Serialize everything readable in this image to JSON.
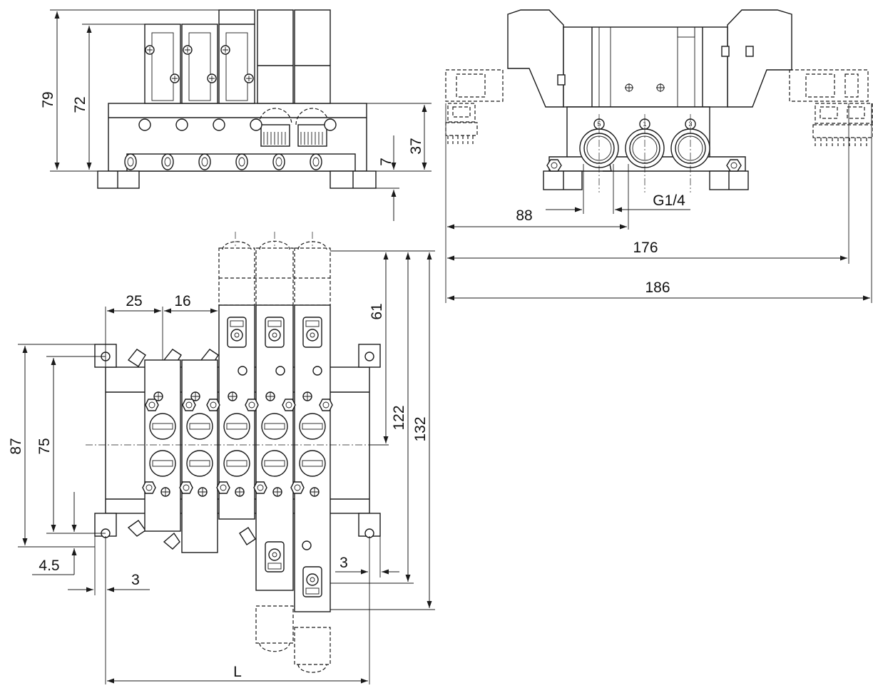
{
  "dimensions": {
    "front_height_overall": "79",
    "front_height_solenoid": "72",
    "front_base_height": "37",
    "front_foot_height": "7",
    "side_port_offset": "88",
    "side_port_thread": "G1/4",
    "side_width_inner": "176",
    "side_width_overall": "186",
    "top_pitch_first": "25",
    "top_pitch_station": "16",
    "top_solenoid_extension": "61",
    "top_length_inner": "122",
    "top_length_overall": "132",
    "top_mount_overall": "87",
    "top_mount_hole_pitch": "75",
    "top_hole_offset": "4.5",
    "top_edge_offset_left": "3",
    "top_edge_offset_right": "3",
    "manifold_length": "L"
  },
  "port_labels": [
    "5",
    "1",
    "3"
  ]
}
